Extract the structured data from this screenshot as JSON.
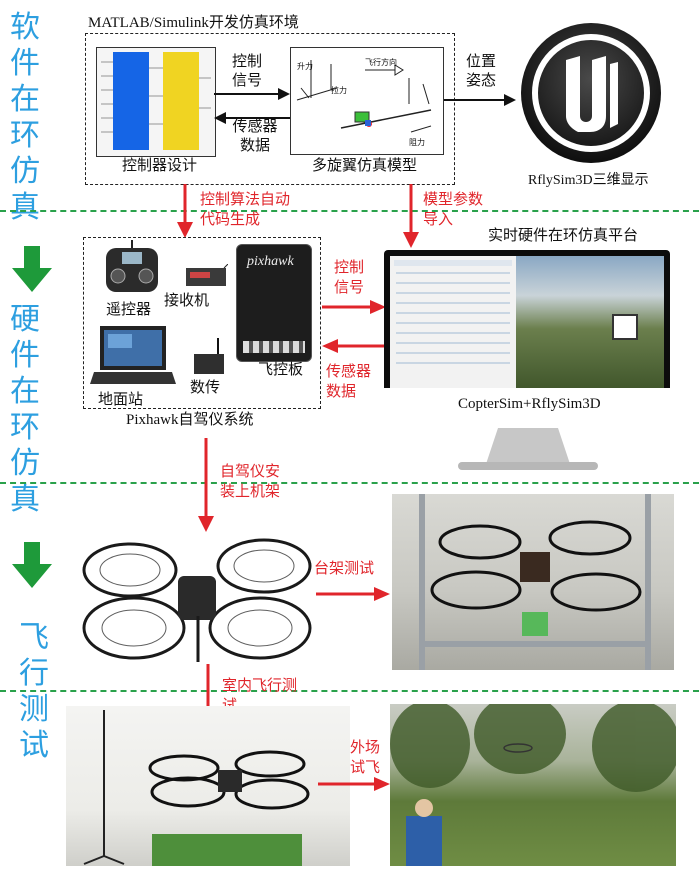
{
  "stages": {
    "sil": "软件在环仿真",
    "hil": "硬件在环仿真",
    "flight": "飞行测试"
  },
  "sil": {
    "env_title": "MATLAB/Simulink开发仿真环境",
    "controller_caption": "控制器设计",
    "model_caption": "多旋翼仿真模型",
    "control_signal": "控制信号",
    "sensor_data": "传感器数据",
    "pose": "位置姿态",
    "display_caption": "RflySim3D三维显示",
    "model_labels": {
      "lift": "升力",
      "thrust": "拉力",
      "direction": "飞行方向",
      "drag": "阻力"
    }
  },
  "hil": {
    "codegen": "控制算法自动代码生成",
    "model_import": "模型参数导入",
    "platform_title": "实时硬件在环仿真平台",
    "rc": "遥控器",
    "receiver": "接收机",
    "gcs": "地面站",
    "telemetry": "数传",
    "fc": "飞控板",
    "fc_brand": "pixhawk",
    "autopilot_caption": "Pixhawk自驾仪系统",
    "control_signal": "控制信号",
    "sensor_data": "传感器数据",
    "monitor_caption": "CopterSim+RflySim3D"
  },
  "flight": {
    "install": "自驾仪安装上机架",
    "bench": "台架测试",
    "indoor": "室内飞行测试",
    "outdoor": "外场试飞"
  },
  "colors": {
    "stage_blue": "#2d9fe0",
    "arrow_red": "#e0252b",
    "divider_green": "#2aa14b"
  }
}
